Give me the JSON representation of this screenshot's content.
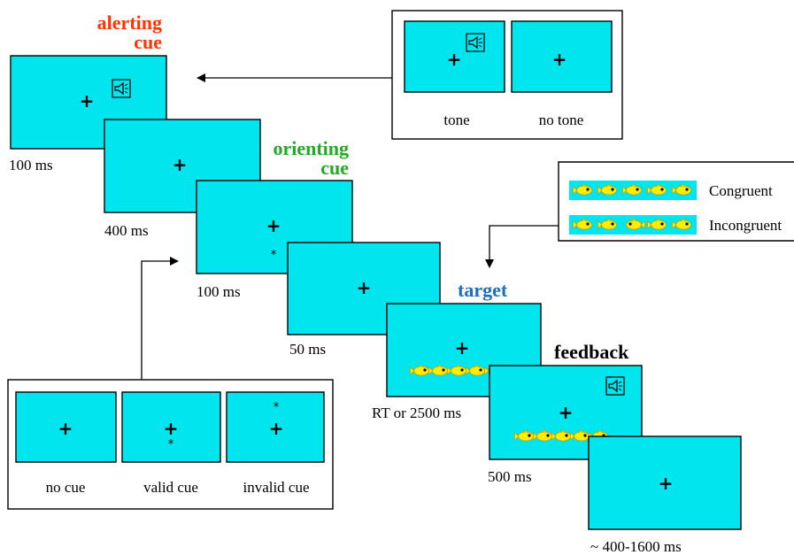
{
  "colors": {
    "screen": "#00e5ee",
    "alerting": "#ff3300",
    "orienting": "#22aa22",
    "target": "#1a6fc0",
    "feedback": "#000000",
    "fish": "#ffee00"
  },
  "headings": {
    "alerting_line1": "alerting",
    "alerting_line2": "cue",
    "orienting_line1": "orienting",
    "orienting_line2": "cue",
    "target": "target",
    "feedback": "feedback"
  },
  "durations": {
    "d1": "100 ms",
    "d2": "400 ms",
    "d3": "100 ms",
    "d4": "50 ms",
    "d5": "RT or  2500 ms",
    "d6": "500 ms",
    "d7": "~ 400-1600 ms"
  },
  "alerting_inset": {
    "tone_label": "tone",
    "no_tone_label": "no tone"
  },
  "orienting_inset": {
    "no_cue_label": "no cue",
    "valid_cue_label": "valid cue",
    "invalid_cue_label": "invalid cue"
  },
  "flanker_inset": {
    "congruent_label": "Congruent",
    "incongruent_label": "Incongruent"
  },
  "symbols": {
    "fixation": "+",
    "cue": "*"
  },
  "icons": {
    "tone": "speaker-icon",
    "stimulus": "fish-icon"
  }
}
